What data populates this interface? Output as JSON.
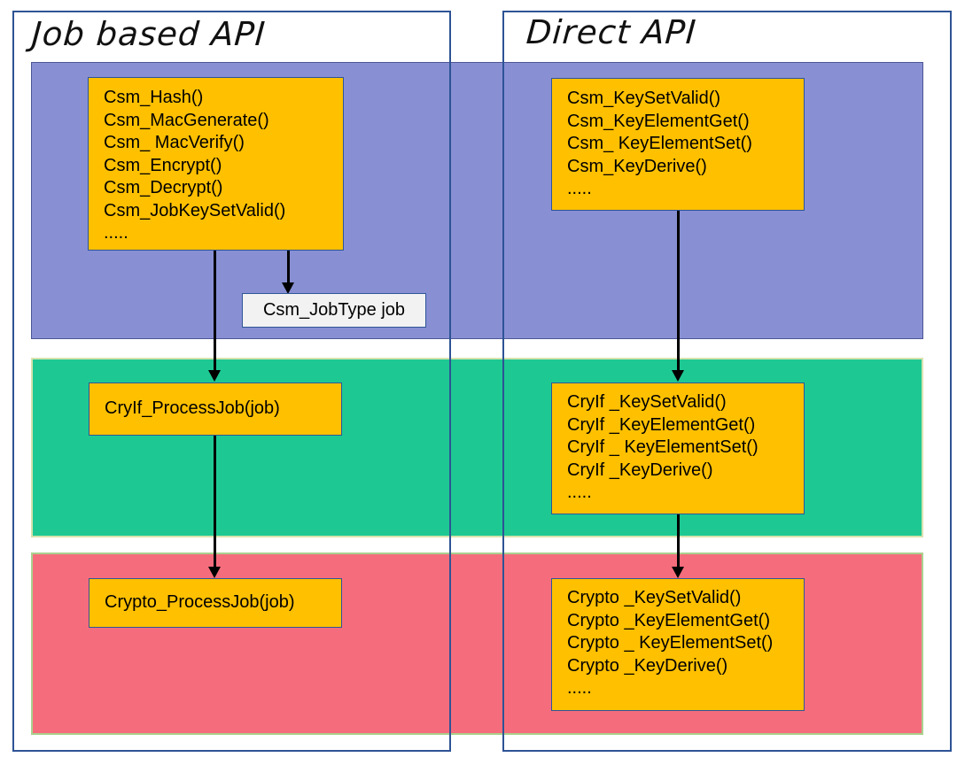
{
  "titles": {
    "left": "Job based API",
    "right": "Direct API"
  },
  "boxes": {
    "csm_job": {
      "lines": [
        "Csm_Hash()",
        "Csm_MacGenerate()",
        "Csm_ MacVerify()",
        "Csm_Encrypt()",
        "Csm_Decrypt()",
        "Csm_JobKeySetValid()",
        "....."
      ]
    },
    "csm_key": {
      "lines": [
        "Csm_KeySetValid()",
        "Csm_KeyElementGet()",
        "Csm_ KeyElementSet()",
        "Csm_KeyDerive()",
        "....."
      ]
    },
    "job_type": {
      "label": "Csm_JobType job"
    },
    "cryif_process": {
      "label": "CryIf_ProcessJob(job)"
    },
    "cryif_key": {
      "lines": [
        "CryIf _KeySetValid()",
        "CryIf _KeyElementGet()",
        "CryIf _ KeyElementSet()",
        "CryIf _KeyDerive()",
        "....."
      ]
    },
    "crypto_process": {
      "label": "Crypto_ProcessJob(job)"
    },
    "crypto_key": {
      "lines": [
        "Crypto _KeySetValid()",
        "Crypto _KeyElementGet()",
        "Crypto _ KeyElementSet()",
        "Crypto _KeyDerive()",
        "....."
      ]
    }
  },
  "colors": {
    "outer_border": "#2e5395",
    "band_csm_fill": "#8890d3",
    "band_csm_border": "#4d5796",
    "band_cryif_fill": "#1ec893",
    "band_cryif_border": "#d6e2ad",
    "band_crypto_fill": "#f56d7c",
    "band_crypto_border": "#a9d18e",
    "function_box_fill": "#ffc000",
    "function_box_border": "#2f5597",
    "jobtype_box_fill": "#f2f2f2",
    "arrow": "#000000"
  }
}
